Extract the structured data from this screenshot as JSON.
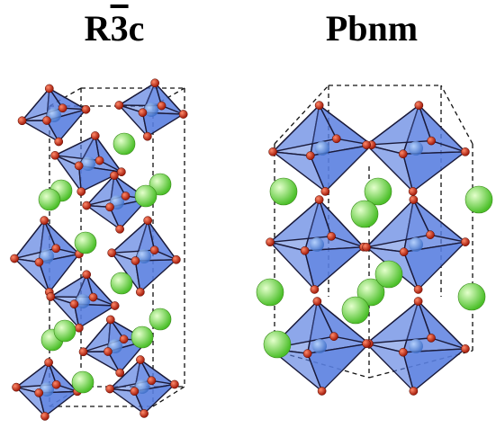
{
  "left": {
    "title_prefix": "R",
    "title_bar": "3",
    "title_suffix": "c"
  },
  "right": {
    "title": "Pbnm"
  },
  "colors": {
    "octahedron_face": "#5a7fe0",
    "octahedron_edge": "#1a1a3a",
    "oxygen": "#c83018",
    "cation_b": "#6aa0e8",
    "cation_a": "#7ee050",
    "cell_line": "#111111"
  },
  "icons": [
    "octahedron",
    "oxygen-atom",
    "b-site-atom",
    "a-site-atom"
  ]
}
